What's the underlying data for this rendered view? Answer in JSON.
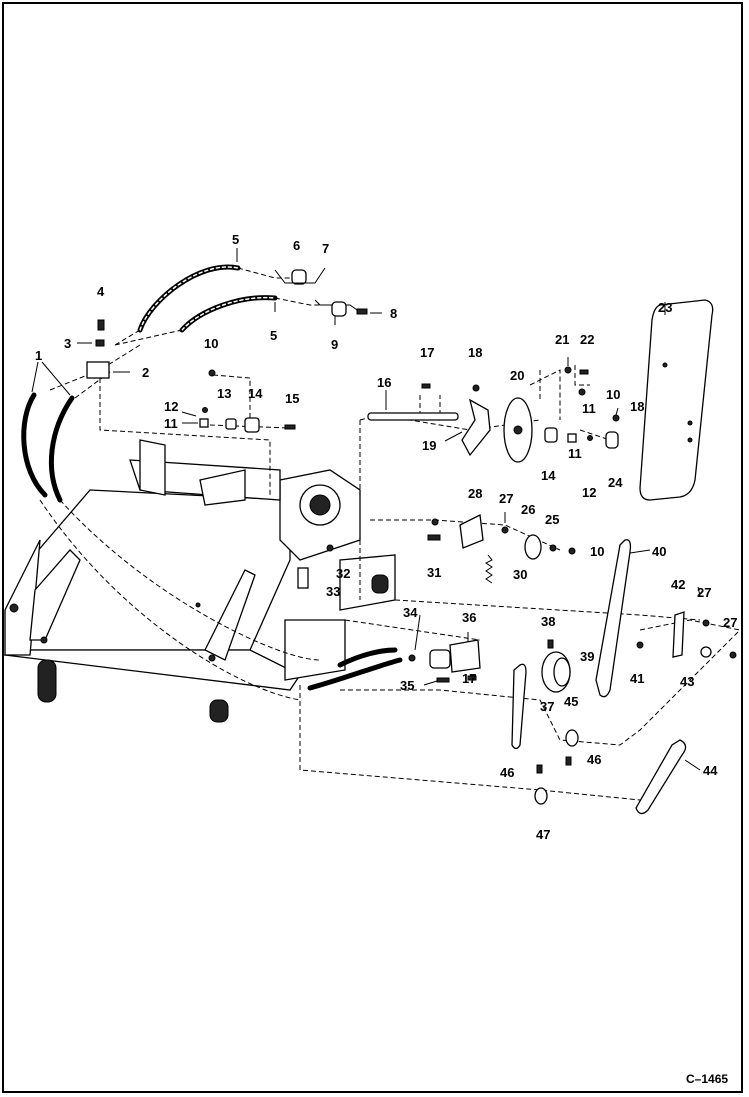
{
  "figure_code": "C–1465",
  "callouts": [
    {
      "n": "1"
    },
    {
      "n": "2"
    },
    {
      "n": "3"
    },
    {
      "n": "4"
    },
    {
      "n": "5"
    },
    {
      "n": "5"
    },
    {
      "n": "6"
    },
    {
      "n": "7"
    },
    {
      "n": "8"
    },
    {
      "n": "9"
    },
    {
      "n": "10"
    },
    {
      "n": "10"
    },
    {
      "n": "10"
    },
    {
      "n": "11"
    },
    {
      "n": "11"
    },
    {
      "n": "11"
    },
    {
      "n": "12"
    },
    {
      "n": "12"
    },
    {
      "n": "13"
    },
    {
      "n": "14"
    },
    {
      "n": "14"
    },
    {
      "n": "15"
    },
    {
      "n": "16"
    },
    {
      "n": "17"
    },
    {
      "n": "17"
    },
    {
      "n": "18"
    },
    {
      "n": "18"
    },
    {
      "n": "19"
    },
    {
      "n": "20"
    },
    {
      "n": "21"
    },
    {
      "n": "22"
    },
    {
      "n": "23"
    },
    {
      "n": "24"
    },
    {
      "n": "25"
    },
    {
      "n": "26"
    },
    {
      "n": "27"
    },
    {
      "n": "27"
    },
    {
      "n": "27"
    },
    {
      "n": "28"
    },
    {
      "n": "30"
    },
    {
      "n": "31"
    },
    {
      "n": "32"
    },
    {
      "n": "33"
    },
    {
      "n": "34"
    },
    {
      "n": "35"
    },
    {
      "n": "36"
    },
    {
      "n": "37"
    },
    {
      "n": "38"
    },
    {
      "n": "39"
    },
    {
      "n": "40"
    },
    {
      "n": "41"
    },
    {
      "n": "42"
    },
    {
      "n": "43"
    },
    {
      "n": "44"
    },
    {
      "n": "45"
    },
    {
      "n": "46"
    },
    {
      "n": "46"
    },
    {
      "n": "47"
    }
  ]
}
